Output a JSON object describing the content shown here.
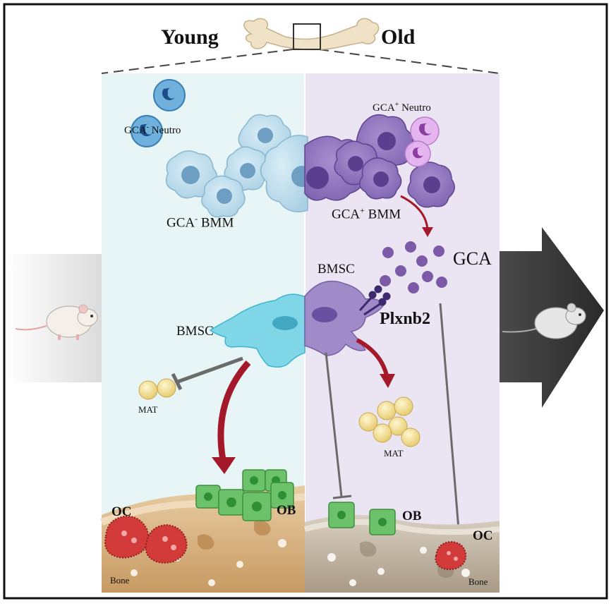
{
  "header": {
    "left_title": "Young",
    "right_title": "Old"
  },
  "young": {
    "neutro_label_main": "GCA",
    "neutro_label_sup": "-",
    "neutro_label_rest": " Neutro",
    "bmm_label_main": "GCA",
    "bmm_label_sup": "-",
    "bmm_label_rest": " BMM",
    "bmsc_label": "BMSC",
    "mat_label": "MAT",
    "oc_label": "OC",
    "ob_label": "OB",
    "bone_label": "Bone"
  },
  "old": {
    "neutro_label_main": "GCA",
    "neutro_label_sup": "+",
    "neutro_label_rest": " Neutro",
    "bmm_label_main": "GCA",
    "bmm_label_sup": "+",
    "bmm_label_rest": " BMM",
    "gca_label": "GCA",
    "bmsc_label": "BMSC",
    "receptor_label": "Plxnb2",
    "mat_label": "MAT",
    "ob_label": "OB",
    "oc_label": "OC",
    "bone_label": "Bone"
  },
  "colors": {
    "young_bg": "#eaf6f6",
    "old_bg": "#ece6f4",
    "inhibit_arrow": "#6b6b6b",
    "promote_arrow": "#a3192a",
    "osteoblast": "#6cc26a",
    "osteoclast": "#d33a3a",
    "adipocyte": "#f1dc8c"
  }
}
